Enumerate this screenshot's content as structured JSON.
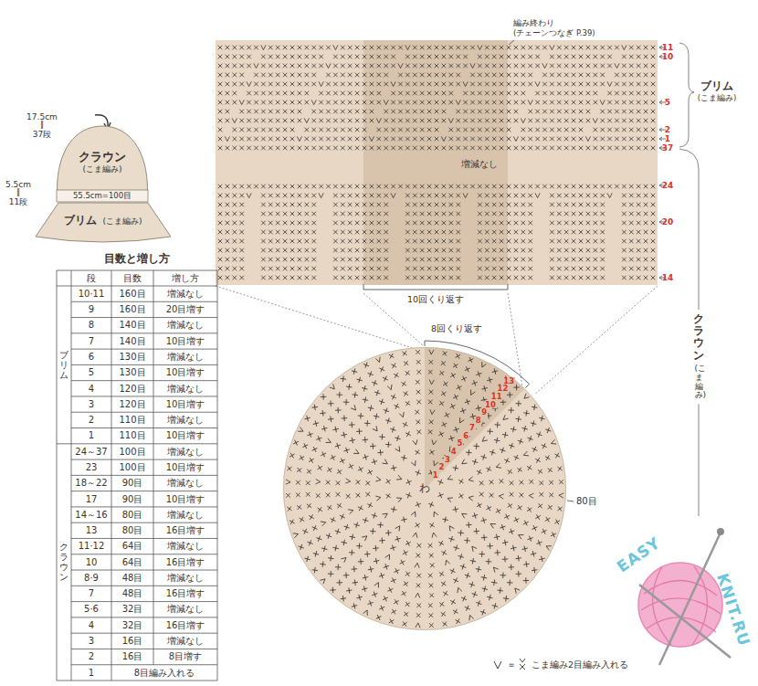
{
  "diagram": {
    "nodes": [
      {
        "text": [
          "クラウン",
          "(こま編み)"
        ]
      },
      {
        "text": [
          "ブリム",
          "(こま編み)"
        ]
      },
      {
        "text": [
          "増減なし"
        ]
      },
      {
        "text": [
          "わ"
        ]
      }
    ],
    "labels": [
      "17.5cm",
      "‖",
      "37段",
      "5.5cm",
      "‖",
      "11段",
      "55.5cm=100目",
      "目数と増し方",
      "段",
      "目数",
      "増し方",
      "ブリム",
      "クラウン",
      "10·11",
      "160目",
      "増減なし",
      "9",
      "160目",
      "20目増す",
      "8",
      "140目",
      "増減なし",
      "7",
      "140目",
      "10目増す",
      "6",
      "130目",
      "増減なし",
      "5",
      "130目",
      "10目増す",
      "4",
      "120目",
      "増減なし",
      "3",
      "120目",
      "10目増す",
      "2",
      "110目",
      "増減なし",
      "1",
      "110目",
      "10目増す",
      "24～37",
      "100目",
      "増減なし",
      "23",
      "100目",
      "10目増す",
      "18～22",
      "90目",
      "増減なし",
      "17",
      "90目",
      "10目増す",
      "14～16",
      "80目",
      "増減なし",
      "13",
      "80目",
      "16目増す",
      "11·12",
      "64目",
      "増減なし",
      "10",
      "64目",
      "16目増す",
      "8·9",
      "48目",
      "増減なし",
      "7",
      "48目",
      "16目増す",
      "5·6",
      "32目",
      "増減なし",
      "4",
      "32目",
      "16目増す",
      "3",
      "16目",
      "増減なし",
      "2",
      "16目",
      "8目増す",
      "1",
      "8目編み入れる",
      "編み終わり",
      "(チェーンつなぎ P.39)",
      "11",
      "10",
      "5",
      "2",
      "1",
      "37",
      "24",
      "20",
      "14",
      "ブリム",
      "(こま編み)",
      "10回くり返す",
      "クラウン",
      "(こま編み)",
      "8回くり返す",
      "1",
      "2",
      "3",
      "4",
      "5",
      "6",
      "7",
      "8",
      "9",
      "10",
      "11",
      "12",
      "13",
      "80目",
      "EASY",
      "KNIT.RU",
      "＝"
    ],
    "legend": [
      {
        "text": "こま編み2目編み入れる"
      }
    ]
  }
}
